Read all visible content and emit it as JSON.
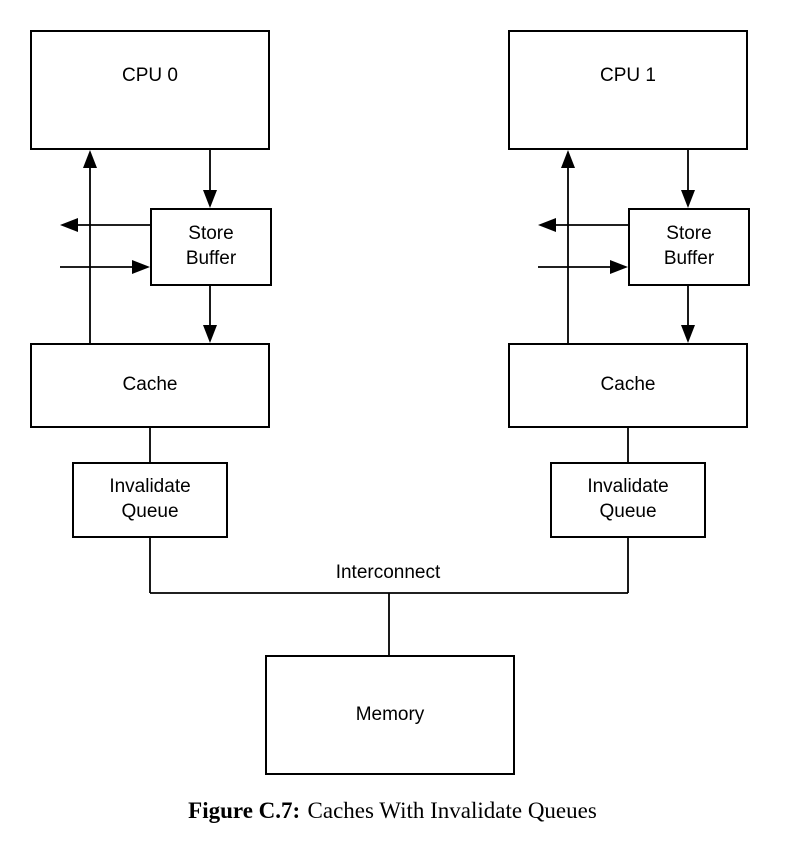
{
  "figure": {
    "nodes": {
      "cpu0": "CPU 0",
      "cpu1": "CPU 1",
      "store_buffer": "Store\nBuffer",
      "cache": "Cache",
      "invalidate_queue": "Invalidate\nQueue",
      "memory": "Memory",
      "interconnect_label": "Interconnect"
    },
    "caption": {
      "label": "Figure C.7:",
      "text": "Caches With Invalidate Queues"
    }
  }
}
